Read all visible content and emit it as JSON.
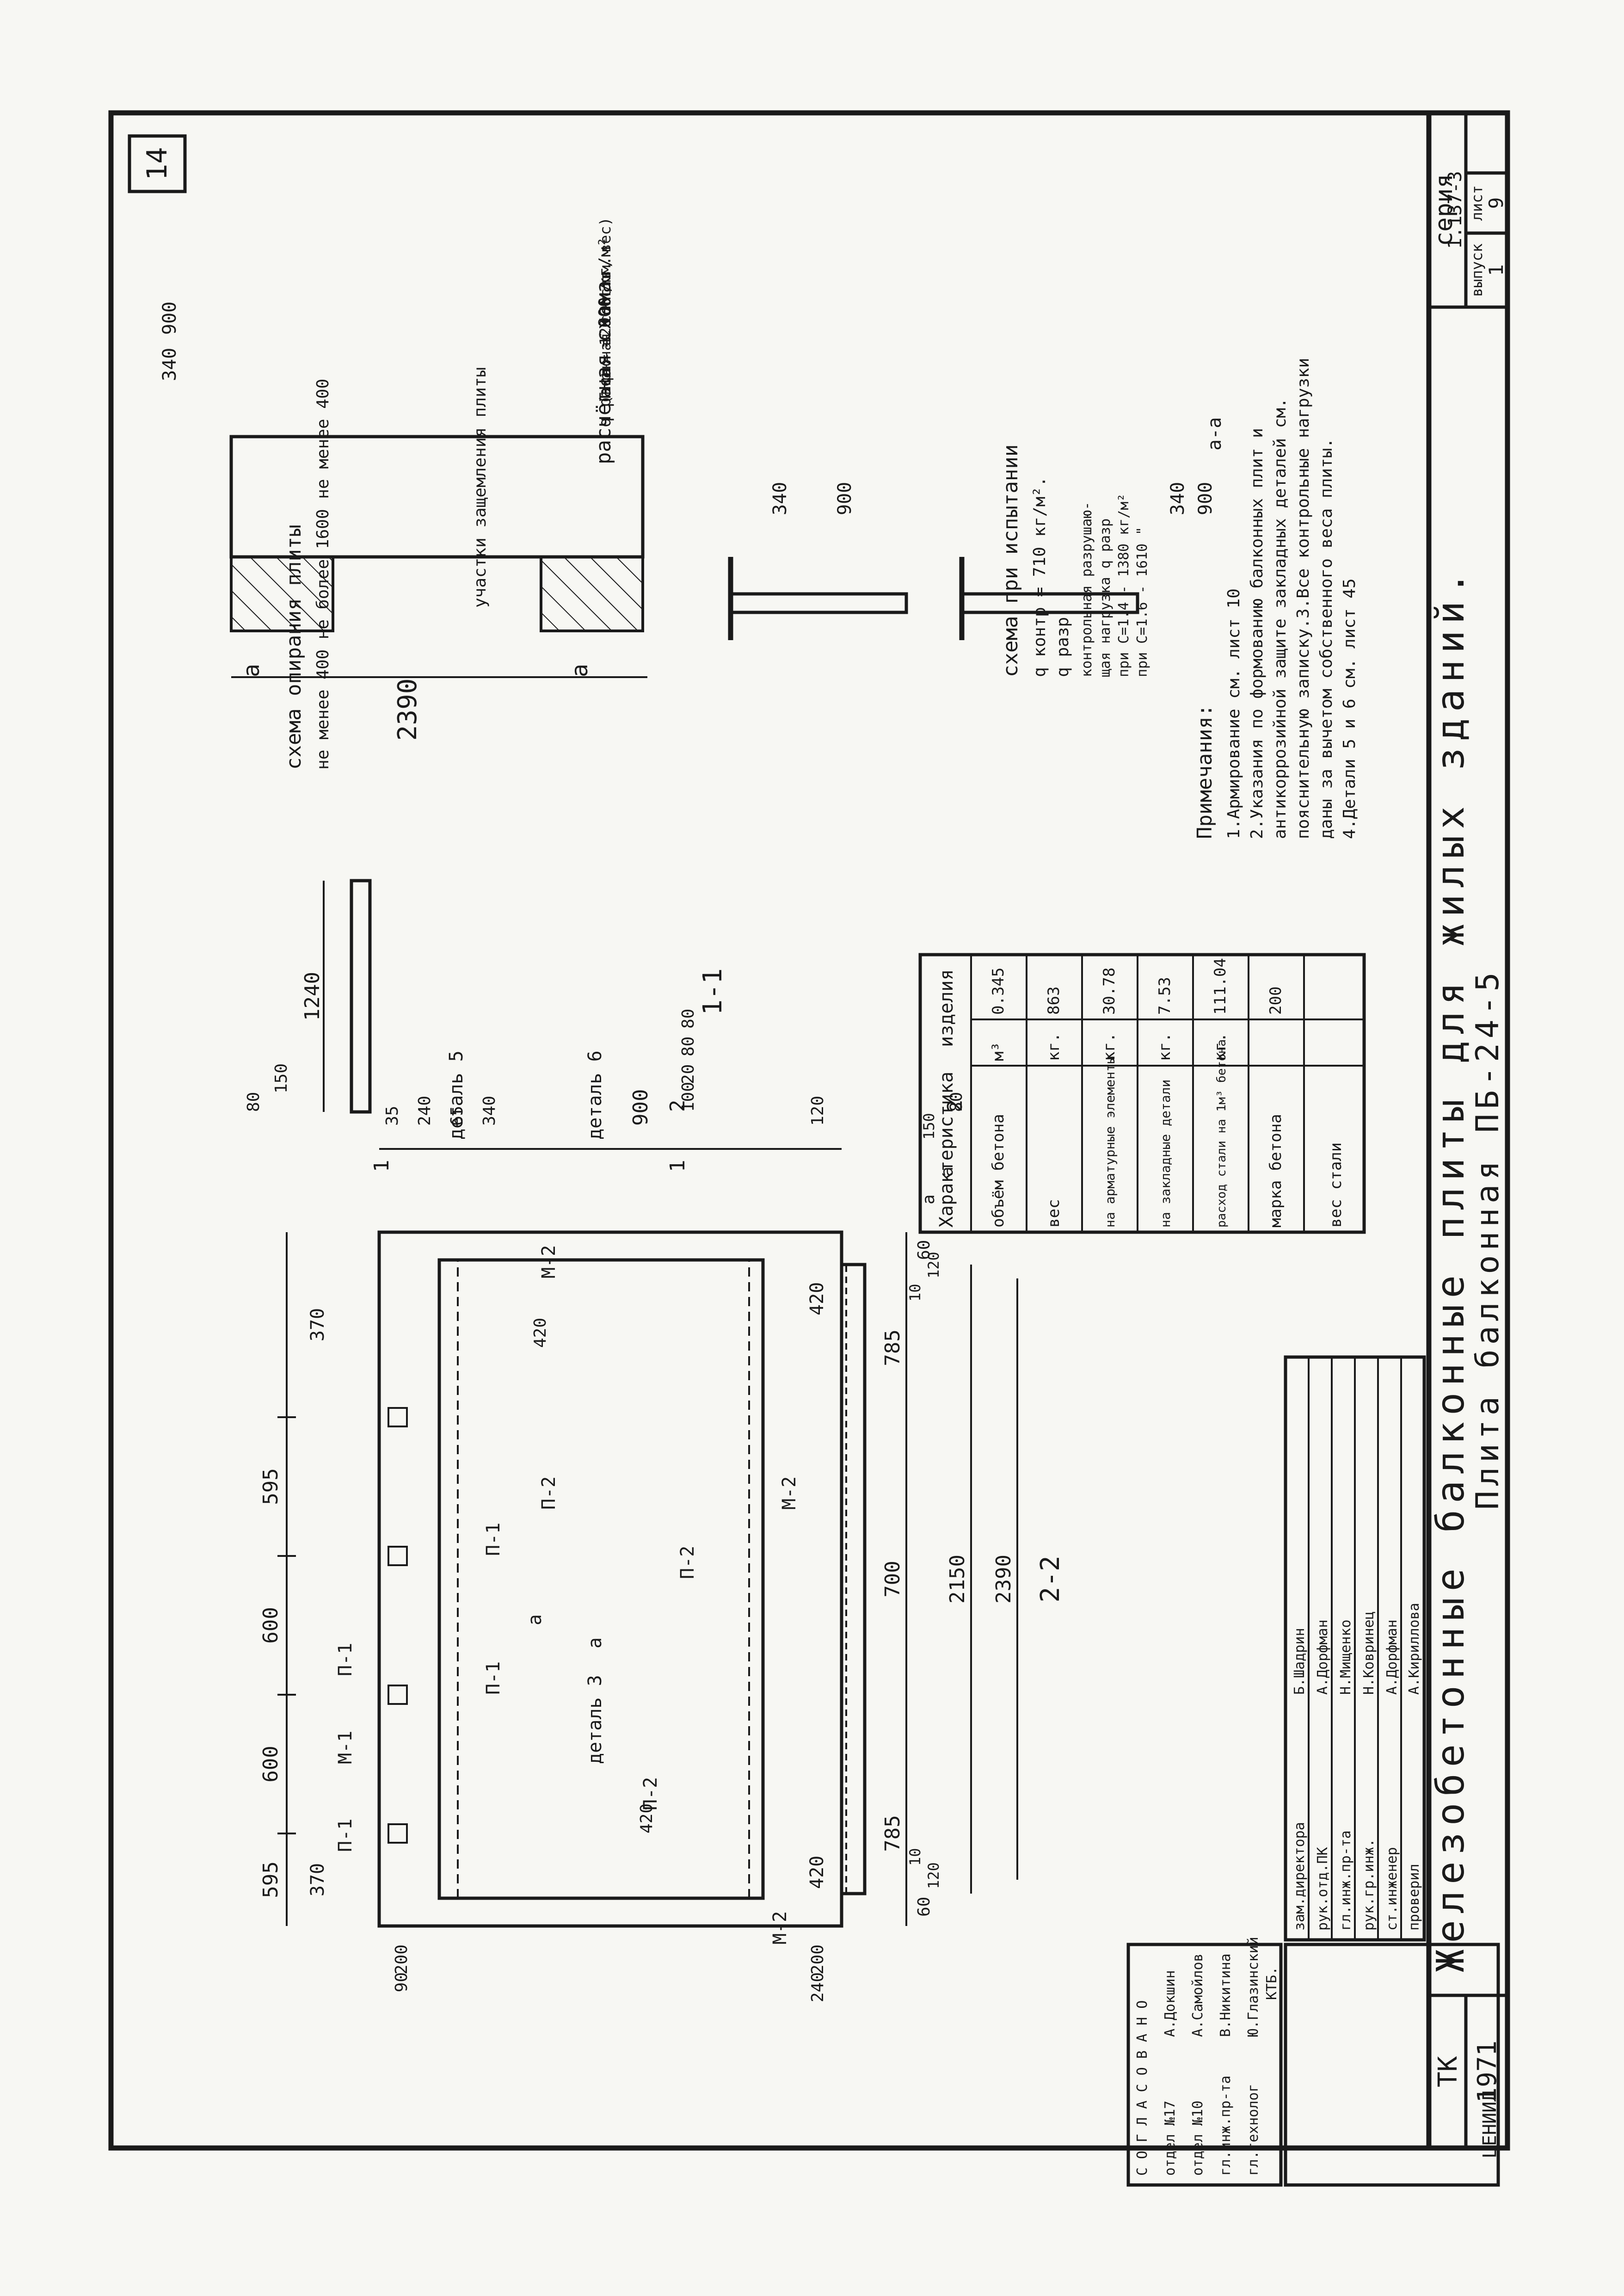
{
  "sheet": {
    "number": "14",
    "title": "Железобетонные балконные плиты для жилых зданий.",
    "subtitle": "Плита балконная ПБ-24-5",
    "tk_label": "ТК",
    "year": "1971",
    "series_label": "серия",
    "series_value": "1.137-3",
    "issue_label": "выпуск",
    "issue_value": "1",
    "sheet_label": "лист",
    "sheet_value": "9",
    "org_logo": "ЦЕНИИЛ"
  },
  "stamp": {
    "header": "С О Г Л А С О В А Н О",
    "rows": [
      {
        "role": "отдел №17",
        "name": "А.Докшин"
      },
      {
        "role": "отдел №10",
        "name": "А.Самойлов"
      },
      {
        "role": "гл.инж.пр-та",
        "name": "В.Никитина"
      },
      {
        "role": "гл.технолог",
        "name": "Ю.Глазинский"
      }
    ],
    "ktb": "КТБ.",
    "signers": [
      {
        "role": "зам.директора",
        "name": "Б.Шадрин"
      },
      {
        "role": "рук.отд.ПК",
        "name": "А.Дорфман"
      },
      {
        "role": "гл.инж.пр-та",
        "name": "Н.Мищенко"
      },
      {
        "role": "рук.гр.инж.",
        "name": "Н.Ковринец"
      },
      {
        "role": "ст.инженер",
        "name": "А.Дорфман"
      },
      {
        "role": "проверил",
        "name": "А.Кириллова"
      }
    ]
  },
  "plan": {
    "top_dims": [
      "595",
      "600",
      "600",
      "595"
    ],
    "sub_dims": [
      "370",
      "370"
    ],
    "bottom_dims": [
      "785",
      "700",
      "785"
    ],
    "edge_dims": [
      "60",
      "60",
      "420",
      "420"
    ],
    "side_dims": [
      "35",
      "240",
      "65",
      "340",
      "900",
      "120"
    ],
    "left_dims": [
      "200",
      "200",
      "90",
      "240"
    ],
    "labels": [
      "П-1",
      "П-1",
      "П-1",
      "П-1",
      "М-1",
      "П-2",
      "П-2",
      "П-2",
      "М-2",
      "М-2",
      "М-2",
      "деталь 3"
    ],
    "marks": [
      "а",
      "а"
    ],
    "cuts": [
      "1",
      "1",
      "2",
      "2"
    ]
  },
  "section_2_2": {
    "title": "2-2",
    "dims": [
      "420",
      "420",
      "2150",
      "2390",
      "10",
      "10",
      "120",
      "120",
      "150",
      "а",
      "а"
    ]
  },
  "section_1_1": {
    "title": "1-1",
    "dims": [
      "80",
      "150",
      "80",
      "100",
      "20",
      "80",
      "80",
      "1240"
    ],
    "callouts": [
      "деталь 5",
      "деталь 6"
    ]
  },
  "table": {
    "headers": [
      "Характеристика",
      "изделия"
    ],
    "rows": [
      {
        "name": "объём бетона",
        "unit": "м³",
        "value": "0.345"
      },
      {
        "name": "вес",
        "unit": "кг.",
        "value": "863"
      },
      {
        "name": "на арматурные элементы",
        "unit": "кг.",
        "value": "30.78"
      },
      {
        "name": "на закладные детали",
        "unit": "кг.",
        "value": "7.53"
      },
      {
        "name": "расход стали на 1м³ бетона",
        "unit": "кг.",
        "value": "111.04"
      },
      {
        "name": "марка бетона",
        "unit": "",
        "value": "200"
      }
    ],
    "group_label": "вес стали"
  },
  "support_scheme": {
    "title": "схема опирания плиты",
    "note1": "не менее 400 не более 1600 не менее 400",
    "label": "участки защемления плиты",
    "dims": [
      "340",
      "900",
      "2390"
    ],
    "marks": [
      "а",
      "а"
    ]
  },
  "calc_scheme": {
    "title": "расчётная схема",
    "load": "q расч. = 900 кг/м²",
    "load_note1": "(включая собств. вес)",
    "load_note2": "р = 120 кг/пм.",
    "dims": [
      "340",
      "900"
    ]
  },
  "test_scheme": {
    "title": "схема при испытании",
    "load": "q контр = 710 кг/м².",
    "load2": "q разр.",
    "note1": "контрольная разрушаю-",
    "note2": "щая нагрузка q разр",
    "note3": "при С=1.4 - 1380 кг/м²",
    "note4": "при С=1.6 - 1610 \"",
    "dims": [
      "340",
      "900"
    ],
    "section": "а-а"
  },
  "notes": {
    "title": "Примечания:",
    "lines": [
      "1.Армирование см. лист 10",
      "2.Указания по формованию балконных плит и",
      "антикоррозийной защите закладных деталей см.",
      "пояснительную записку.3.Все контрольные нагрузки",
      "даны за вычетом собственного веса плиты.",
      "4.Детали 5 и 6 см. лист 45"
    ]
  }
}
